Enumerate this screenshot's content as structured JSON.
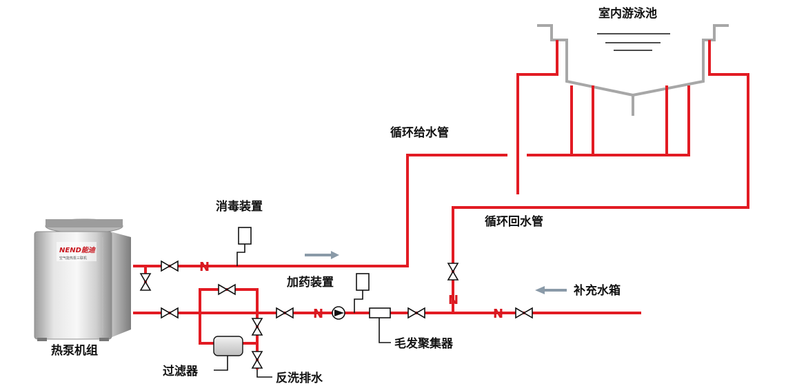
{
  "labels": {
    "pool": "室内游泳池",
    "supply_pipe": "循环给水管",
    "return_pipe": "循环回水管",
    "disinfection": "消毒装置",
    "dosing": "加药装置",
    "makeup_tank": "补充水箱",
    "hair_collector": "毛发聚集器",
    "heat_pump": "热泵机组",
    "filter": "过滤器",
    "backwash": "反洗排水"
  },
  "heat_pump_unit": {
    "brand": "NEND能迪",
    "subtitle": "空气能热泵三联机"
  },
  "check_valve_symbol": "N",
  "colors": {
    "pipe": "#e21b23",
    "pool_wall": "#a7a7a7",
    "flow_arrow": "#8a9aa8",
    "line": "#111111"
  },
  "icons": [
    "gate-valve-icon",
    "check-valve-icon",
    "pump-icon",
    "flow-arrow-icon",
    "equipment-box-icon",
    "filter-tank-icon",
    "heat-pump-icon"
  ]
}
